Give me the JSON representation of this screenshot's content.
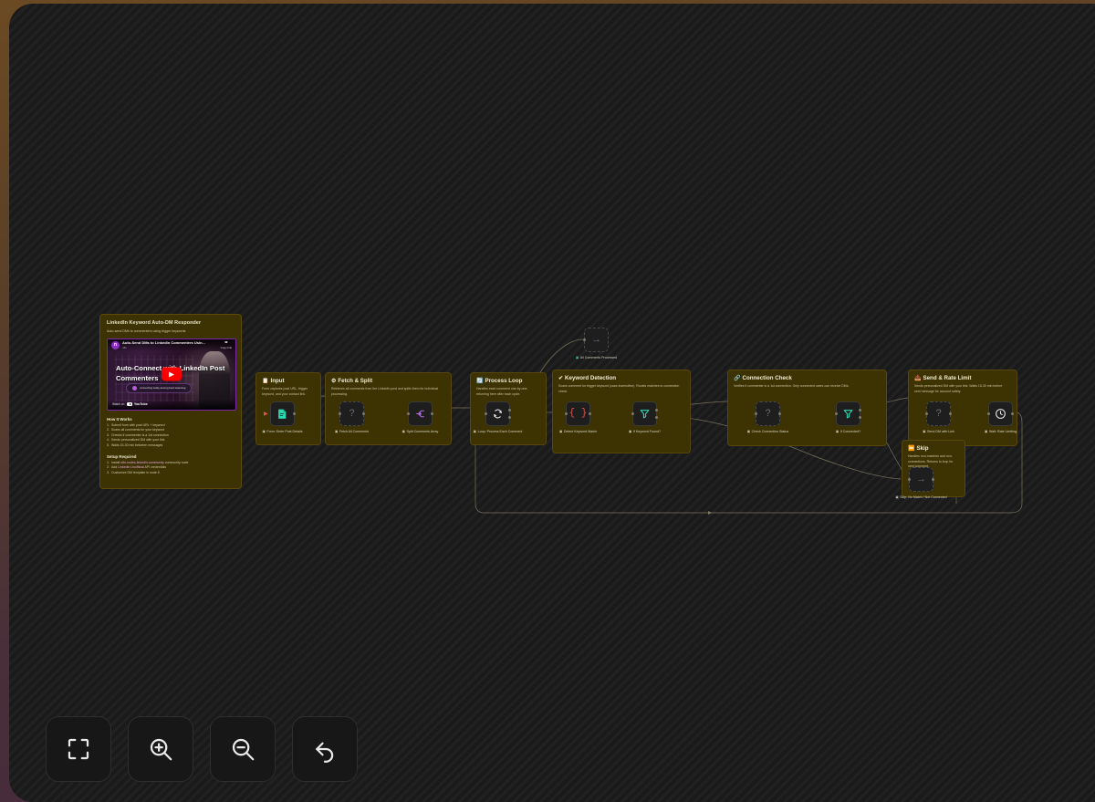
{
  "canvas": {
    "background_color": "#1c1c1c",
    "frame_gradient_start": "#6b4a22",
    "frame_gradient_end": "#43283c"
  },
  "docs_note": {
    "title": "LinkedIn Keyword Auto-DM Responder",
    "subtitle": "Auto-send DMs to commenters using trigger keywords",
    "video": {
      "channel_initial": "n",
      "title": "Auto-Send DMs to LinkedIn Commenters Usin...",
      "subtitle": "n8n",
      "share_icon": "share-icon",
      "share_label": "Copy link",
      "headline": "Auto-Connect with LinkedIn Post Commenters",
      "chip_label": "connecting today among best steaming",
      "play_label": "play-button",
      "watch_prefix": "Watch on",
      "platform": "YouTube"
    },
    "how_it_works_heading": "How It Works",
    "how_it_works": [
      "Submit form with post URL + keyword",
      "Scans all comments for your keyword",
      "Checks if commenter is a 1st connection",
      "Sends personalized DM with your link",
      "Waits 15-30 min between messages"
    ],
    "setup_heading": "Setup Required",
    "setup": [
      {
        "pre": "Install ",
        "code": "n8n-nodes-linkedin-community",
        "post": " community node"
      },
      {
        "pre": "Add ",
        "code": "LinkedIn Unofficial",
        "post": " API credentials"
      },
      {
        "pre": "Customize DM template in node ",
        "code": "8",
        "post": ""
      }
    ]
  },
  "groups": [
    {
      "id": "input",
      "icon": "clipboard-icon",
      "title": "Input",
      "desc": "Form captures post URL, trigger keyword, and your contact link."
    },
    {
      "id": "fetch-split",
      "icon": "gear-icon",
      "title": "Fetch & Split",
      "desc": "Retrieves all comments from the LinkedIn post and splits them for individual processing."
    },
    {
      "id": "process-loop",
      "icon": "loop-icon",
      "title": "Process Loop",
      "desc": "Handles each comment one-by-one, returning here after each cycle."
    },
    {
      "id": "keyword-detection",
      "icon": "check-icon",
      "title": "Keyword Detection",
      "desc": "Scans comment for trigger keyword (case-insensitive). Routes matches to connection check."
    },
    {
      "id": "connection-check",
      "icon": "link-icon",
      "title": "Connection Check",
      "desc": "Verifies if commenter is a 1st connection. Only connected users can receive DMs."
    },
    {
      "id": "send-rate-limit",
      "icon": "send-icon",
      "title": "Send & Rate Limit",
      "desc": "Sends personalized DM with your link. Waits 15-30 min before next message for account safety."
    },
    {
      "id": "skip",
      "icon": "skip-icon",
      "title": "Skip",
      "desc": "Handles non-matches and non-connections. Returns to loop for next comment."
    }
  ],
  "nodes": [
    {
      "id": "form-enter-post-details",
      "label": "Form: Enter Post Details",
      "icon": "form-icon",
      "glyph": "form",
      "label_icon": "node-icon"
    },
    {
      "id": "fetch-all-comments",
      "label": "Fetch All Comments",
      "icon": "question-icon",
      "glyph": "?",
      "label_icon": "node-icon"
    },
    {
      "id": "split-comments-array",
      "label": "Split Comments Array",
      "icon": "split-icon",
      "glyph": "split",
      "label_icon": "node-icon"
    },
    {
      "id": "loop-process-each-comment",
      "label": "Loop: Process Each Comment",
      "icon": "refresh-icon",
      "glyph": "loop",
      "label_icon": "node-icon"
    },
    {
      "id": "all-comments-processed",
      "label": "All Comments Processed",
      "icon": "arrow-right-icon",
      "glyph": "→",
      "label_icon": "node-icon"
    },
    {
      "id": "detect-keyword-match",
      "label": "Detect Keyword Match",
      "icon": "code-icon",
      "glyph": "{}",
      "label_icon": "node-icon"
    },
    {
      "id": "if-keyword-found",
      "label": "If Keyword Found?",
      "icon": "filter-icon",
      "glyph": "filter",
      "label_icon": "node-icon"
    },
    {
      "id": "check-connection-status",
      "label": "Check Connection Status",
      "icon": "question-icon",
      "glyph": "?",
      "label_icon": "node-icon"
    },
    {
      "id": "if-connected",
      "label": "If Connected?",
      "icon": "filter-icon",
      "glyph": "filter",
      "label_icon": "node-icon"
    },
    {
      "id": "send-dm-with-link",
      "label": "Send DM with Link",
      "icon": "question-icon",
      "glyph": "?",
      "label_icon": "node-icon"
    },
    {
      "id": "wait-rate-limiting",
      "label": "Wait: Rate Limiting",
      "icon": "clock-icon",
      "glyph": "clock",
      "label_icon": "node-icon"
    },
    {
      "id": "skip-no-match-not-connected",
      "label": "Skip: No Match / Not Connected",
      "icon": "arrow-right-icon",
      "glyph": "→",
      "label_icon": "node-icon"
    }
  ],
  "toolbar": [
    {
      "id": "fit-to-view",
      "icon": "fit-to-view-icon",
      "label": "Fit to view"
    },
    {
      "id": "zoom-in",
      "icon": "zoom-in-icon",
      "label": "Zoom in"
    },
    {
      "id": "zoom-out",
      "icon": "zoom-out-icon",
      "label": "Zoom out"
    },
    {
      "id": "reset",
      "icon": "undo-icon",
      "label": "Reset"
    }
  ]
}
